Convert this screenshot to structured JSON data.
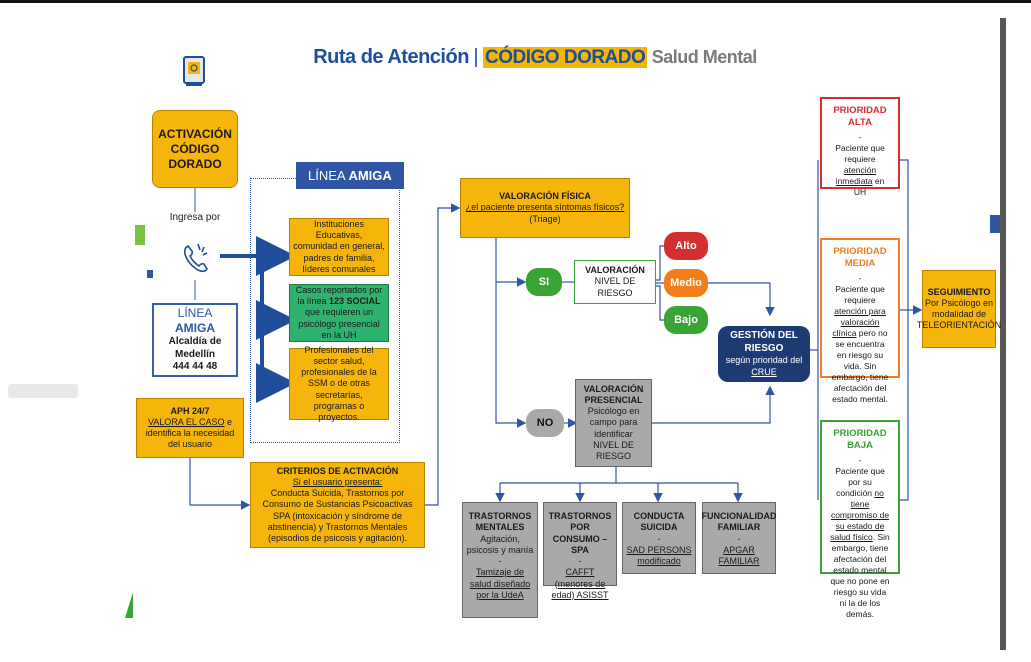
{
  "title": {
    "main": "Ruta de Atención",
    "separator": "|",
    "highlight": "CÓDIGO DORADO",
    "sub": "Salud Mental"
  },
  "activation": {
    "line1": "ACTIVACIÓN",
    "line2": "CÓDIGO",
    "line3": "DORADO"
  },
  "ingresa_por": "Ingresa por",
  "linea_amiga_card": {
    "title_a": "LÍNEA ",
    "title_b": "AMIGA",
    "org": "Alcaldía de Medellín",
    "phone": "444 44 48"
  },
  "aph": {
    "title": "APH 24/7",
    "link": "VALORA EL CASO",
    "rest": " e identifica la necesidad del usuario"
  },
  "linea_amiga_tag": {
    "a": "LÍNEA ",
    "b": "AMIGA"
  },
  "sources": [
    {
      "text": "Instituciones Educativas, comunidad en general, padres de familia, líderes comunales"
    },
    {
      "pre": "Casos reportados por la línea ",
      "bold": "123 SOCIAL",
      "post": " que requieren un psicólogo presencial en la UH"
    },
    {
      "text": "Profesionales del sector salud, profesionales de la SSM o de otras secretarías, programas o proyectos."
    }
  ],
  "criterios": {
    "title": "CRITERIOS DE ACTIVACIÓN",
    "subtitle": "Si el usuario presenta:",
    "body": "Conducta Suicida, Trastornos por Consumo de Sustancias Psicoactivas SPA (intoxicación y síndrome de abstinencia) y Trastornos Mentales (episodios de psicosis y agitación)."
  },
  "valoracion_fisica": {
    "title": "VALORACIÓN FÍSICA",
    "question": "¿el paciente presenta síntomas físicos?",
    "note": "(Triage)"
  },
  "si_label": "SI",
  "no_label": "NO",
  "valoracion_riesgo": {
    "title": "VALORACIÓN",
    "sub": "NIVEL DE RIESGO"
  },
  "levels": {
    "alto": "Alto",
    "medio": "Medio",
    "bajo": "Bajo"
  },
  "valoracion_presencial": {
    "title1": "VALORACIÓN",
    "title2": "PRESENCIAL",
    "body": "Psicólogo en campo para identificar",
    "nivel": "NIVEL DE RIESGO"
  },
  "gestion": {
    "title": "GESTIÓN DEL RIESGO",
    "pre": "según prioridad del ",
    "link": "CRUE"
  },
  "prioridades": {
    "alta": {
      "title": "PRIORIDAD ALTA",
      "dash": "-",
      "pre": "Paciente que requiere ",
      "link": "atención inmediata",
      "post": " en UH"
    },
    "media": {
      "title": "PRIORIDAD MEDIA",
      "dash": "-",
      "pre": "Paciente que requiere ",
      "link": "atención para valoración clínica",
      "post": " pero no se encuentra en riesgo su vida. Sin embargo, tiene afectación del estado mental."
    },
    "baja": {
      "title": "PRIORIDAD BAJA",
      "dash": "-",
      "pre": "Paciente que por su condición ",
      "link": "no tiene compromiso de su estado de salud físico",
      "post": ". Sin embargo, tiene afectación del estado mental que no pone en riesgo su vida ni la de los demás."
    }
  },
  "seguimiento": {
    "title": "SEGUIMIENTO",
    "body": "Por Psicólogo en modalidad de TELEORIENTACIÓN"
  },
  "tools": [
    {
      "title": "TRASTORNOS MENTALES",
      "desc": "Agitación, psicosis y manía",
      "dash": "-",
      "tool": "Tamizaje de salud diseñado por la UdeA"
    },
    {
      "title": "TRASTORNOS POR CONSUMO – SPA",
      "desc": "",
      "dash": "-",
      "tool": "CAFFT (menores de edad) ASISST"
    },
    {
      "title": "CONDUCTA SUICIDA",
      "desc": "",
      "dash": "-",
      "tool": "SAD PERSONS modificado"
    },
    {
      "title": "FUNCIONALIDAD FAMILIAR",
      "desc": "",
      "dash": "-",
      "tool": "APGAR FAMILIAR"
    }
  ],
  "colors": {
    "orange": "#f5b50a",
    "blue": "#2f55a4",
    "navy": "#1d3b73",
    "green": "#3aa335",
    "red": "#d32f2f",
    "mid_orange": "#f07f1b",
    "gray": "#a9a9a9"
  },
  "icons": [
    "book-icon",
    "phone-icon"
  ]
}
